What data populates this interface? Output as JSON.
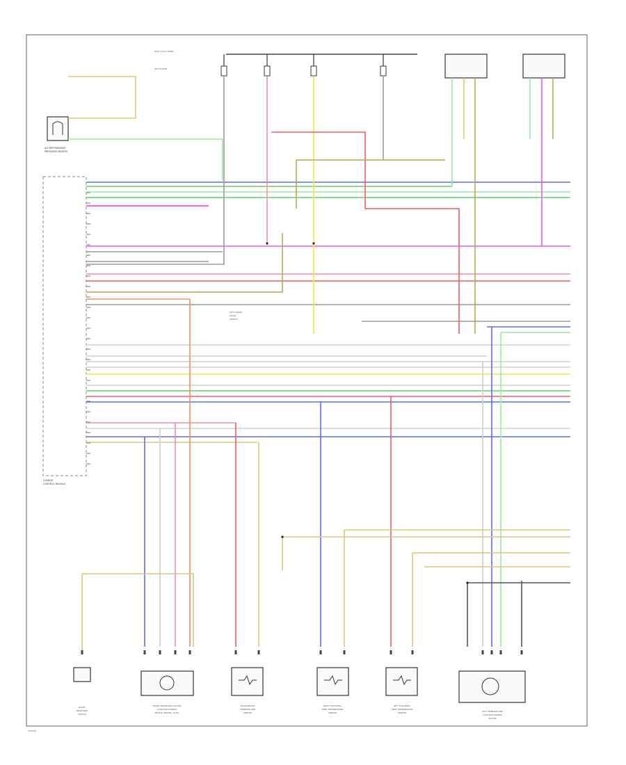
{
  "footer": {
    "code": "TXXXXX"
  },
  "colors": {
    "blue": "#5b6cf0",
    "lblue": "#8fa4ff",
    "green": "#5fd35f",
    "lgreen": "#9fe89f",
    "red": "#f05a6a",
    "pink": "#f58ab4",
    "magenta": "#ff2fd8",
    "violet": "#e15cf0",
    "yellow": "#f0e64a",
    "tan": "#d9c67a",
    "olive": "#b9a65a",
    "brown": "#b38a30",
    "orange": "#f29060",
    "gray": "#9a9a9a",
    "lgray": "#cfcfcf",
    "dkgray": "#555555",
    "black": "#222222"
  },
  "components": {
    "module": {
      "label_l1": "CLIMATE",
      "label_l2": "CONTROL MODULE"
    },
    "pressure_switch": {
      "label_l1": "A/C REFRIGERANT",
      "label_l2": "PRESSURE SENSOR"
    },
    "top_note": {
      "line1": "HOT AT ALL TIMES",
      "line2": "HOT IN RUN"
    },
    "inline_device": {
      "label_l1": "LEFT FRONT",
      "label_l2": "DOOR",
      "label_l3": "SWITCH"
    },
    "bottom": [
      {
        "l1": "RIGHT",
        "l2": "REAR SEAT",
        "l3": "SWITCH"
      },
      {
        "l1": "FRESH AIR/RECIRCULATION",
        "l2": "FLAP POSITIONING",
        "l3": "MOTOR (RECIRC. FLAP)"
      },
      {
        "l1": "EVAPORATOR",
        "l2": "TEMPERATURE",
        "l3": "SENSOR"
      },
      {
        "l1": "RIGHT FOOTWELL",
        "l2": "VENT TEMPERATURE",
        "l3": "SENSOR"
      },
      {
        "l1": "LEFT FOOTWELL",
        "l2": "VENT TEMPERATURE",
        "l3": "SENSOR"
      },
      {
        "l1": "LEFT TEMPERATURE",
        "l2": "FLAP POSITIONING",
        "l3": "MOTOR"
      }
    ]
  }
}
